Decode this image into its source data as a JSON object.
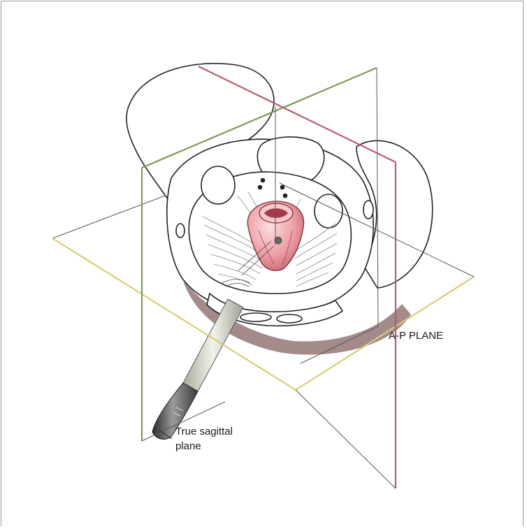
{
  "labels": {
    "ap_plane": "A-P PLANE",
    "sagittal_line1": "True sagittal",
    "sagittal_line2": "plane"
  },
  "colors": {
    "ap_plane": "#b85c6a",
    "sagittal_plane": "#7e9a55",
    "axial_plane": "#d8cc74",
    "bone_outline": "#222222",
    "muscle_pink": "#e99aa0",
    "bone_shadow": "#5a2a2c"
  },
  "icons": {
    "probe": "ultrasound-probe-icon",
    "pelvis": "pelvis-illustration",
    "anal_canal": "anal-canal-illustration"
  }
}
